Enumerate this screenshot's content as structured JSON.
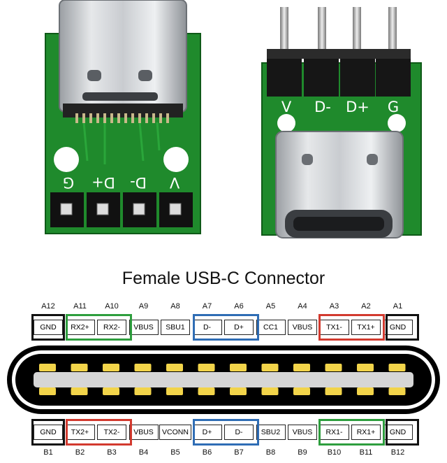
{
  "boards": {
    "left_labels": [
      "G",
      "D+",
      "D-",
      "V"
    ],
    "right_labels": [
      "V",
      "D-",
      "D+",
      "G"
    ]
  },
  "title": "Female USB-C Connector",
  "top_numbers": [
    "A12",
    "A11",
    "A10",
    "A9",
    "A8",
    "A7",
    "A6",
    "A5",
    "A4",
    "A3",
    "A2",
    "A1"
  ],
  "top_pins": [
    "GND",
    "RX2+",
    "RX2-",
    "VBUS",
    "SBU1",
    "D-",
    "D+",
    "CC1",
    "VBUS",
    "TX1-",
    "TX1+",
    "GND"
  ],
  "bottom_pins": [
    "GND",
    "TX2+",
    "TX2-",
    "VBUS",
    "VCONN",
    "D+",
    "D-",
    "SBU2",
    "VBUS",
    "RX1-",
    "RX1+",
    "GND"
  ],
  "bottom_numbers": [
    "B1",
    "B2",
    "B3",
    "B4",
    "B5",
    "B6",
    "B7",
    "B8",
    "B9",
    "B10",
    "B11",
    "B12"
  ],
  "colors": {
    "ground": "#111111",
    "rx": "#2e9e3e",
    "data": "#2f6db5",
    "tx": "#d23a2f",
    "pcb": "#1f8a2c",
    "pad": "#f2d44a"
  }
}
